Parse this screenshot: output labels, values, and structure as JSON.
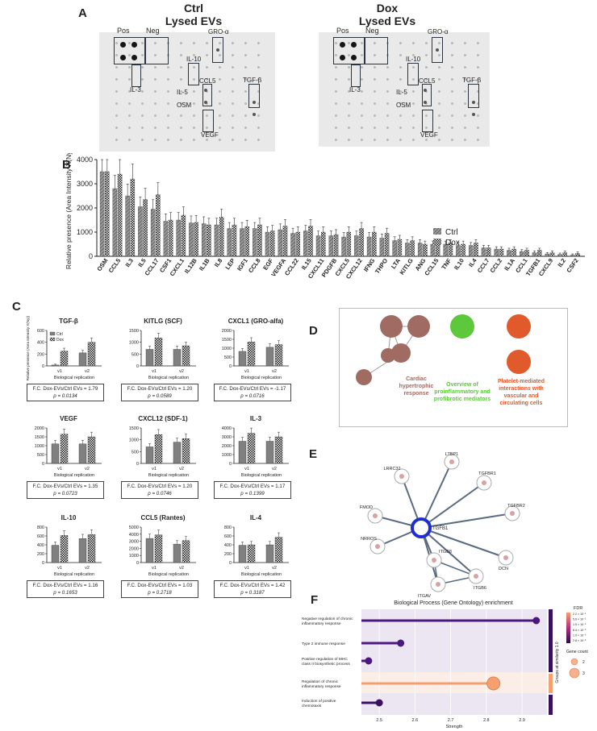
{
  "panels": {
    "A": "A",
    "B": "B",
    "C": "C",
    "D": "D",
    "E": "E",
    "F": "F"
  },
  "blots": [
    {
      "title1": "Ctrl",
      "title2": "Lysed EVs",
      "labels": {
        "pos": "Pos",
        "neg": "Neg",
        "gro": "GRO-α",
        "il10": "IL-10",
        "ccl5": "CCL5",
        "tgfb": "TGF-β",
        "il3": "IL-3",
        "il5": "IL-5",
        "osm": "OSM",
        "vegf": "VEGF"
      }
    },
    {
      "title1": "Dox",
      "title2": "Lysed EVs",
      "labels": {
        "pos": "Pos",
        "neg": "Neg",
        "gro": "GRO-α",
        "il10": "IL-10",
        "ccl5": "CCL5",
        "tgfb": "TGF-β",
        "il3": "IL-3",
        "il5": "IL-5",
        "osm": "OSM",
        "vegf": "VEGF"
      }
    }
  ],
  "chart_data": [
    {
      "type": "bar",
      "ylabel": "Relative presence (Area Intensity X(Ny))",
      "ylim": [
        0,
        4000
      ],
      "yticks": [
        0,
        1000,
        2000,
        3000,
        4000
      ],
      "legend_position": "right",
      "categories": [
        "OSM",
        "CCL5",
        "IL3",
        "IL5",
        "CCL17",
        "CSF1",
        "CXCL1",
        "IL12B",
        "IL1B",
        "IL8",
        "LEP",
        "IGF1",
        "CCL8",
        "EGF",
        "VEGFA",
        "CCL22",
        "IL15",
        "CXCL11",
        "PDGFB",
        "CXCL5",
        "CXCL12",
        "IFNG",
        "THPO",
        "LTA",
        "KITLG",
        "ANG",
        "CCL15",
        "TNF",
        "IL10",
        "IL4",
        "CCL7",
        "CCL2",
        "IL1A",
        "CCL1",
        "TGFB1",
        "CXCL9",
        "IL2",
        "CSF2"
      ],
      "series": [
        {
          "name": "Ctrl",
          "values": [
            3500,
            2800,
            2500,
            2050,
            1950,
            1450,
            1500,
            1380,
            1350,
            1300,
            1150,
            1150,
            1150,
            1000,
            1100,
            950,
            1050,
            850,
            850,
            800,
            850,
            800,
            750,
            650,
            550,
            550,
            500,
            500,
            450,
            450,
            350,
            300,
            250,
            200,
            150,
            100,
            80,
            50
          ]
        },
        {
          "name": "Dox",
          "values": [
            3500,
            3400,
            3200,
            2350,
            2550,
            1500,
            1700,
            1400,
            1300,
            1620,
            1300,
            1230,
            1300,
            1050,
            1250,
            1000,
            1250,
            1000,
            900,
            1000,
            1150,
            1000,
            950,
            700,
            650,
            500,
            550,
            550,
            500,
            550,
            350,
            300,
            300,
            250,
            250,
            150,
            150,
            120
          ]
        }
      ]
    },
    {
      "type": "bar",
      "title": "TGF-β",
      "ylabel": "Relative presence (Area Intensity X(Ny))",
      "ylim": [
        0,
        600
      ],
      "yticks": [
        0,
        200,
        400,
        600
      ],
      "categories": [
        "v1",
        "v2"
      ],
      "xlabel": "Biological replication",
      "series": [
        {
          "name": "Ctrl",
          "values": [
            15,
            220
          ]
        },
        {
          "name": "Dox",
          "values": [
            250,
            400
          ]
        }
      ],
      "fc": "F.C. Dox-EVs/Ctrl EVs = 1.79",
      "p": "p = 0.0134"
    },
    {
      "type": "bar",
      "title": "KITLG (SCF)",
      "ylim": [
        0,
        1500
      ],
      "yticks": [
        0,
        500,
        1000,
        1500
      ],
      "categories": [
        "v1",
        "v2"
      ],
      "xlabel": "Biological replication",
      "series": [
        {
          "name": "Ctrl",
          "values": [
            700,
            700
          ]
        },
        {
          "name": "Dox",
          "values": [
            1180,
            850
          ]
        }
      ],
      "fc": "F.C. Dox-EVs/Ctrl EVs = 1.20",
      "p": "p = 0.0589"
    },
    {
      "type": "bar",
      "title": "CXCL1 (GRO-alfa)",
      "ylim": [
        0,
        2000
      ],
      "yticks": [
        0,
        500,
        1000,
        1500,
        2000
      ],
      "categories": [
        "v1",
        "v2"
      ],
      "xlabel": "Biological replication",
      "series": [
        {
          "name": "Ctrl",
          "values": [
            820,
            1050
          ]
        },
        {
          "name": "Dox",
          "values": [
            1350,
            1200
          ]
        }
      ],
      "fc": "F.C. Dox-EVs/Ctrl EVs = -1.17",
      "p": "p = 0.0716"
    },
    {
      "type": "bar",
      "title": "VEGF",
      "ylim": [
        0,
        2000
      ],
      "yticks": [
        0,
        500,
        1000,
        1500,
        2000
      ],
      "categories": [
        "v1",
        "v2"
      ],
      "xlabel": "Biological replication",
      "series": [
        {
          "name": "Ctrl",
          "values": [
            1100,
            1100
          ]
        },
        {
          "name": "Dox",
          "values": [
            1650,
            1500
          ]
        }
      ],
      "fc": "F.C. Dox-EVs/Ctrl EVs = 1.35",
      "p": "p = 0.0723"
    },
    {
      "type": "bar",
      "title": "CXCL12 (SDF-1)",
      "ylim": [
        0,
        1500
      ],
      "yticks": [
        0,
        500,
        1000,
        1500
      ],
      "categories": [
        "v1",
        "v2"
      ],
      "xlabel": "Biological replication",
      "series": [
        {
          "name": "Ctrl",
          "values": [
            700,
            900
          ]
        },
        {
          "name": "Dox",
          "values": [
            1220,
            1050
          ]
        }
      ],
      "fc": "F.C. Dox-EVs/Ctrl EVs = 1.20",
      "p": "p = 0.0746"
    },
    {
      "type": "bar",
      "title": "IL-3",
      "ylim": [
        0,
        4000
      ],
      "yticks": [
        0,
        1000,
        2000,
        3000,
        4000
      ],
      "categories": [
        "v1",
        "v2"
      ],
      "xlabel": "Biological replication",
      "series": [
        {
          "name": "Ctrl",
          "values": [
            2500,
            2500
          ]
        },
        {
          "name": "Dox",
          "values": [
            3400,
            3000
          ]
        }
      ],
      "fc": "F.C. Dox-EVs/Ctrl EVs = 1.17",
      "p": "p = 0.1399"
    },
    {
      "type": "bar",
      "title": "IL-10",
      "ylim": [
        0,
        800
      ],
      "yticks": [
        0,
        200,
        400,
        600,
        800
      ],
      "categories": [
        "v1",
        "v2"
      ],
      "xlabel": "Biological replication",
      "series": [
        {
          "name": "Ctrl",
          "values": [
            390,
            540
          ]
        },
        {
          "name": "Dox",
          "values": [
            610,
            630
          ]
        }
      ],
      "fc": "F.C. Dox-EVs/Ctrl EVs = 1.16",
      "p": "p = 0.1653"
    },
    {
      "type": "bar",
      "title": "CCL5 (Rantes)",
      "ylim": [
        0,
        5000
      ],
      "yticks": [
        0,
        1000,
        2000,
        3000,
        4000,
        5000
      ],
      "categories": [
        "v1",
        "v2"
      ],
      "xlabel": "Biological replication",
      "series": [
        {
          "name": "Ctrl",
          "values": [
            3400,
            2600
          ]
        },
        {
          "name": "Dox",
          "values": [
            3900,
            3100
          ]
        }
      ],
      "fc": "F.C. Dox-EVs/Ctrl EVs = 1.03",
      "p": "p = 0.2718"
    },
    {
      "type": "bar",
      "title": "IL-4",
      "ylim": [
        0,
        800
      ],
      "yticks": [
        0,
        200,
        400,
        600,
        800
      ],
      "categories": [
        "v1",
        "v2"
      ],
      "xlabel": "Biological replication",
      "series": [
        {
          "name": "Ctrl",
          "values": [
            390,
            400
          ]
        },
        {
          "name": "Dox",
          "values": [
            400,
            570
          ]
        }
      ],
      "fc": "F.C. Dox-EVs/Ctrl EVs = 1.42",
      "p": "p = 0.3187"
    },
    {
      "type": "scatter",
      "title": "Biological Process (Gene Ontology) enrichment",
      "xlabel": "Strength",
      "xlim": [
        2.45,
        2.97
      ],
      "xticks": [
        "2.5",
        "2.6",
        "2.7",
        "2.8",
        "2.9"
      ],
      "categories": [
        "Negative regulation of chronic inflammatory response",
        "Type 2 immune response",
        "Positive regulation of MHC class II biosynthetic process",
        "Regulation of chronic inflammatory response",
        "Induction of positive chemotaxis"
      ],
      "x": [
        2.94,
        2.56,
        2.47,
        2.82,
        2.5
      ],
      "gene_count": [
        2,
        2,
        2,
        3,
        2
      ],
      "colors": [
        "#4b1880",
        "#4b1880",
        "#4b1880",
        "#f5a070",
        "#3a1060"
      ],
      "legend_fdr_title": "FDR",
      "legend_fdr_values": [
        "2.2 × 10⁻¹",
        "5.6 × 10⁻²",
        "1.5 × 10⁻²",
        "6.4 × 10⁻³",
        "1.9 × 10⁻³",
        "2.8 × 10⁻³"
      ],
      "legend_gc_title": "Gene count",
      "legend_gc_values": [
        "2",
        "3"
      ],
      "side_label": "Groups at similarity 1.0"
    }
  ],
  "network_D": {
    "clusters": [
      {
        "label": "Cardiac hypertrophic response",
        "color": "#a06b63"
      },
      {
        "label": "Overview of proinflammatory and profibrotic mediators",
        "color": "#5cc83a"
      },
      {
        "label": "Platelet-mediated interactions with vascular and circulating cells",
        "color": "#e05a2c"
      }
    ]
  },
  "network_E": {
    "center": "TGFB1",
    "nodes": [
      "LTBP1",
      "LRRC32",
      "TGFBR1",
      "TGFBR2",
      "FMOD",
      "NRROS",
      "DCN",
      "ITGB8",
      "ITGAV",
      "ITGB6"
    ]
  }
}
